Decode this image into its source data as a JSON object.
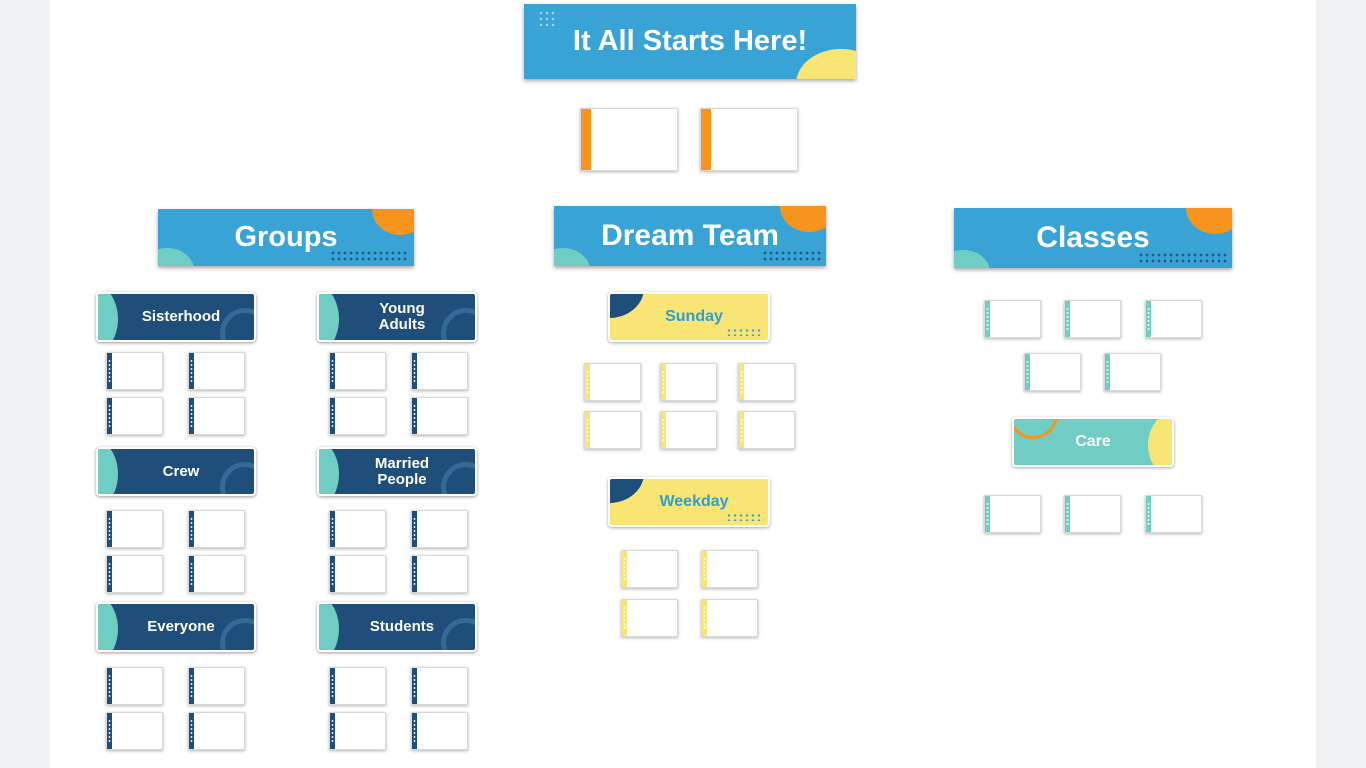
{
  "main_banner": {
    "title": "It All Starts Here!"
  },
  "sections": {
    "groups": {
      "title": "Groups"
    },
    "dream_team": {
      "title": "Dream Team"
    },
    "classes": {
      "title": "Classes"
    }
  },
  "groups": [
    {
      "label": "Sisterhood"
    },
    {
      "label": "Young\nAdults"
    },
    {
      "label": "Crew"
    },
    {
      "label": "Married\nPeople"
    },
    {
      "label": "Everyone"
    },
    {
      "label": "Students"
    }
  ],
  "dream_team_banners": [
    {
      "label": "Sunday"
    },
    {
      "label": "Weekday"
    }
  ],
  "classes_banners": [
    {
      "label": "Care"
    }
  ],
  "colors": {
    "sky_blue": "#3aa3d6",
    "navy": "#1e4e79",
    "orange": "#f7941d",
    "yellow": "#f8e574",
    "teal": "#6fcdc3",
    "board": "#ffffff"
  },
  "card_spine_colors": {
    "intro": "#f7941d",
    "groups": "#1e4e79",
    "dream_team": "#f8e574",
    "classes": "#6fcdc3"
  }
}
